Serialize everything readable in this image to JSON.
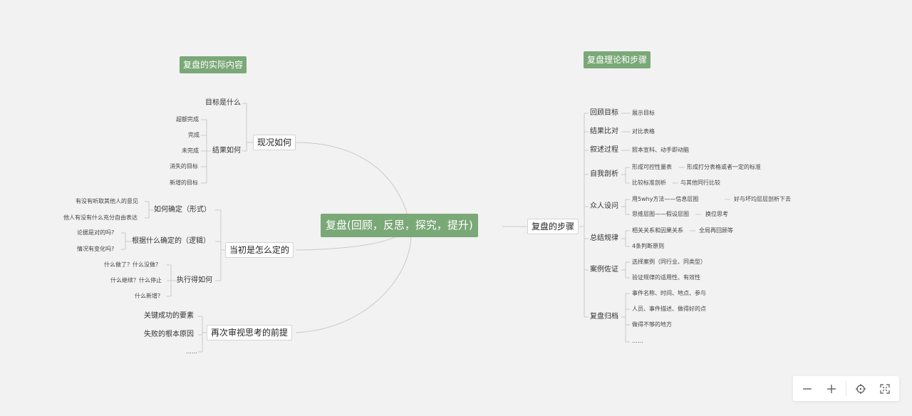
{
  "root": {
    "label": "复盘(回顾，反思，探究，提升)"
  },
  "left": {
    "header": "复盘的实际内容",
    "status": {
      "label": "现况如何",
      "goal": "目标是什么",
      "result_label": "结果如何",
      "results": [
        "超额完成",
        "完成",
        "未完成",
        "消失的目标",
        "新增的目标"
      ]
    },
    "origin": {
      "label": "当初是怎么定的",
      "how": {
        "label": "如何确定（形式）",
        "items": [
          "有没有听取其他人的意见",
          "他人有没有什么充分自由表达"
        ]
      },
      "basis": {
        "label": "根据什么确定的（逻辑）",
        "items": [
          "论据是对的吗?",
          "情况有变化吗?"
        ]
      },
      "exec": {
        "label": "执行得如何",
        "items": [
          "什么做了？什么没做?",
          "什么继续？什么停止",
          "什么新增?"
        ]
      }
    },
    "review": {
      "label": "再次审视思考的前提",
      "items": [
        "关键成功的要素",
        "失败的根本原因",
        "……"
      ]
    }
  },
  "right": {
    "header": "复盘理论和步骤",
    "steps_label": "复盘的步骤",
    "steps": {
      "s1": {
        "label": "回顾目标",
        "item": "展示目标"
      },
      "s2": {
        "label": "结果比对",
        "item": "对比表格"
      },
      "s3": {
        "label": "叙述过程",
        "item": "照本宣科、动手即动脑"
      },
      "s4": {
        "label": "自我剖析",
        "a": "形成可控性量表",
        "a2": "形成打分表格或者一定的标准",
        "b": "比较标准剖析",
        "b2": "与其他同行比较"
      },
      "s5": {
        "label": "众人设问",
        "a": "用5why方法——信息层图",
        "a2": "好与坏均层层剖析下去",
        "b": "思维层图——假设层图",
        "b2": "换位思考"
      },
      "s6": {
        "label": "总结规律",
        "a": "相关关系和因果关系",
        "a2": "全局再回顾等",
        "b": "4条判断原则"
      },
      "s7": {
        "label": "案例佐证",
        "a": "选择案例（同行业、同类型）",
        "b": "验证规律的适用性、有效性"
      },
      "s8": {
        "label": "复盘归档",
        "items": [
          "事件名称、时间、地点、参与",
          "人员、事件描述、做得好的点",
          "做得不够的地方",
          "……"
        ]
      }
    }
  },
  "toolbar": {
    "zoom_out_icon": "minus-icon",
    "zoom_in_icon": "plus-icon",
    "center_icon": "crosshair-icon",
    "fullscreen_icon": "expand-icon"
  },
  "colors": {
    "accent": "#7aa877",
    "line": "#c8c8c8",
    "background": "#f2f2f2"
  }
}
